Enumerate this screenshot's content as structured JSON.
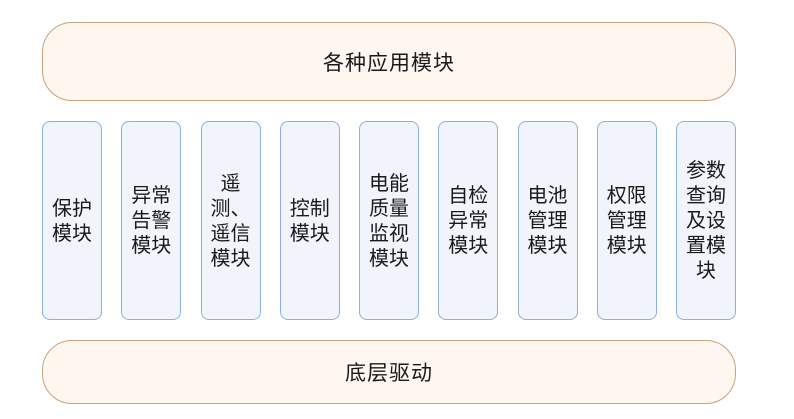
{
  "top_bar": {
    "label": "各种应用模块"
  },
  "bottom_bar": {
    "label": "底层驱动"
  },
  "modules": [
    {
      "label": "保护模块"
    },
    {
      "label": "异常告警模块"
    },
    {
      "label": "遥测、遥信模块"
    },
    {
      "label": "控制模块"
    },
    {
      "label": "电能质量监视模块"
    },
    {
      "label": "自检异常模块"
    },
    {
      "label": "电池管理模块"
    },
    {
      "label": "权限管理模块"
    },
    {
      "label": "参数查询及设置模块"
    }
  ]
}
